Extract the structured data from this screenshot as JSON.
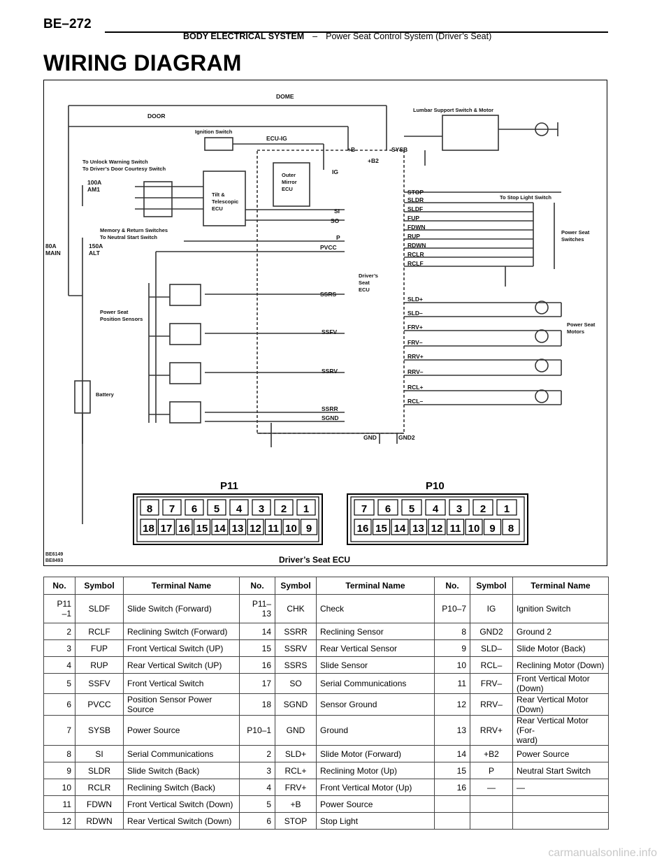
{
  "header": {
    "page_number": "BE–272",
    "section": "BODY ELECTRICAL SYSTEM",
    "dash": "–",
    "subsection": "Power Seat Control System (Driver’s Seat)"
  },
  "title": "WIRING DIAGRAM",
  "diagram": {
    "labels": {
      "dome": "DOME",
      "door": "DOOR",
      "ignition_switch": "Ignition Switch",
      "ecu_ig": "ECU-IG",
      "plus_b": "+B",
      "plus_b2": "+B2",
      "sysb": "SYSB",
      "lumbar": "Lumbar Support Switch & Motor",
      "unlock_warning": "To Unlock Warning Switch",
      "door_courtesy": "To Driver’s Door Courtesy Switch",
      "fuse_100a": "100A",
      "am1": "AM1",
      "tilt_1": "Tilt &",
      "tilt_2": "Telescopic",
      "tilt_3": "ECU",
      "outer_1": "Outer",
      "outer_2": "Mirror",
      "outer_3": "ECU",
      "ig": "IG",
      "stop": "STOP",
      "to_stop_light": "To Stop Light Switch",
      "si": "SI",
      "so": "SO",
      "p": "P",
      "pvcc": "PVCC",
      "memory_return": "Memory & Return Switches",
      "neutral_start": "To Neutral Start Switch",
      "fuse_80a": "80A",
      "main": "MAIN",
      "fuse_150a": "150A",
      "alt": "ALT",
      "ecu_1": "Driver’s",
      "ecu_2": "Seat",
      "ecu_3": "ECU",
      "pss_1": "Power Seat",
      "pss_2": "Switches",
      "psm_1": "Power Seat",
      "psm_2": "Motors",
      "pos_1": "Power Seat",
      "pos_2": "Position Sensors",
      "battery": "Battery",
      "ssrs": "SSRS",
      "ssfv": "SSFV",
      "ssrv": "SSRV",
      "ssrr": "SSRR",
      "sgnd": "SGND",
      "gnd": "GND",
      "gnd2": "GND2",
      "conn_p11": "P11",
      "conn_p10": "P10",
      "code_1": "BE6149",
      "code_2": "BE8493",
      "caption": "Driver’s Seat ECU"
    },
    "switch_terminals": [
      "SLDR",
      "SLDF",
      "FUP",
      "FDWN",
      "RUP",
      "RDWN",
      "RCLR",
      "RCLF"
    ],
    "motor_terminals": [
      "SLD+",
      "SLD–",
      "FRV+",
      "FRV–",
      "RRV+",
      "RRV–",
      "RCL+",
      "RCL–"
    ],
    "p11_top": [
      "8",
      "7",
      "6",
      "5",
      "4",
      "3",
      "2",
      "1"
    ],
    "p11_bottom": [
      "18",
      "17",
      "16",
      "15",
      "14",
      "13",
      "12",
      "11",
      "10",
      "9"
    ],
    "p10_top": [
      "7",
      "6",
      "5",
      "4",
      "3",
      "2",
      "1"
    ],
    "p10_bottom": [
      "16",
      "15",
      "14",
      "13",
      "12",
      "11",
      "10",
      "9",
      "8"
    ]
  },
  "table": {
    "headers": [
      "No.",
      "Symbol",
      "Terminal Name",
      "No.",
      "Symbol",
      "Terminal Name",
      "No.",
      "Symbol",
      "Terminal Name"
    ],
    "rows": [
      [
        "P11\n–1",
        "SLDF",
        "Slide Switch (Forward)",
        "P11–13",
        "CHK",
        "Check",
        "P10–7",
        "IG",
        "Ignition Switch"
      ],
      [
        "2",
        "RCLF",
        "Reclining Switch (Forward)",
        "14",
        "SSRR",
        "Reclining Sensor",
        "8",
        "GND2",
        "Ground 2"
      ],
      [
        "3",
        "FUP",
        "Front Vertical Switch (UP)",
        "15",
        "SSRV",
        "Rear Vertical Sensor",
        "9",
        "SLD–",
        "Slide Motor (Back)"
      ],
      [
        "4",
        "RUP",
        "Rear Vertical Switch (UP)",
        "16",
        "SSRS",
        "Slide Sensor",
        "10",
        "RCL–",
        "Reclining Motor (Down)"
      ],
      [
        "5",
        "SSFV",
        "Front Vertical Switch",
        "17",
        "SO",
        "Serial Communications",
        "11",
        "FRV–",
        "Front Vertical Motor (Down)"
      ],
      [
        "6",
        "PVCC",
        "Position Sensor Power\nSource",
        "18",
        "SGND",
        "Sensor Ground",
        "12",
        "RRV–",
        "Rear Vertical Motor (Down)"
      ],
      [
        "7",
        "SYSB",
        "Power Source",
        "P10–1",
        "GND",
        "Ground",
        "13",
        "RRV+",
        "Rear Vertical Motor (For-\nward)"
      ],
      [
        "8",
        "SI",
        "Serial Communications",
        "2",
        "SLD+",
        "Slide Motor (Forward)",
        "14",
        "+B2",
        "Power Source"
      ],
      [
        "9",
        "SLDR",
        "Slide Switch (Back)",
        "3",
        "RCL+",
        "Reclining Motor (Up)",
        "15",
        "P",
        "Neutral Start Switch"
      ],
      [
        "10",
        "RCLR",
        "Reclining Switch (Back)",
        "4",
        "FRV+",
        "Front Vertical Motor (Up)",
        "16",
        "—",
        "—"
      ],
      [
        "11",
        "FDWN",
        "Front Vertical Switch (Down)",
        "5",
        "+B",
        "Power Source",
        "",
        "",
        ""
      ],
      [
        "12",
        "RDWN",
        "Rear Vertical Switch (Down)",
        "6",
        "STOP",
        "Stop Light",
        "",
        "",
        ""
      ]
    ]
  },
  "watermark": "carmanualsonline.info"
}
